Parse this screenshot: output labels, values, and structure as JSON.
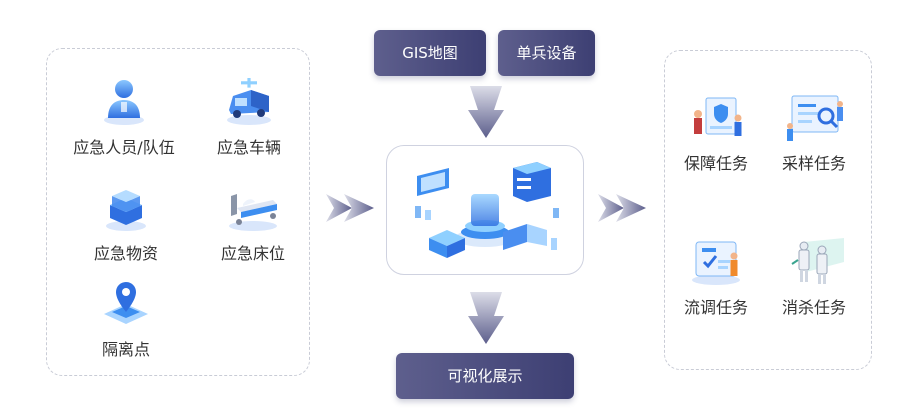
{
  "left_panel": {
    "items": [
      {
        "label": "应急人员/队伍",
        "icon": "person-icon"
      },
      {
        "label": "应急车辆",
        "icon": "vehicle-icon"
      },
      {
        "label": "应急物资",
        "icon": "supplies-icon"
      },
      {
        "label": "应急床位",
        "icon": "bed-icon"
      },
      {
        "label": "隔离点",
        "icon": "location-pin-icon"
      }
    ]
  },
  "top_buttons": {
    "gis": "GIS地图",
    "device": "单兵设备"
  },
  "center": {
    "icon": "data-platform-icon"
  },
  "bottom_button": "可视化展示",
  "right_panel": {
    "items": [
      {
        "label": "保障任务",
        "icon": "support-task-icon"
      },
      {
        "label": "采样任务",
        "icon": "sampling-task-icon"
      },
      {
        "label": "流调任务",
        "icon": "survey-task-icon"
      },
      {
        "label": "消杀任务",
        "icon": "disinfection-task-icon"
      }
    ]
  },
  "colors": {
    "button": "#3d3f73",
    "icon_blue": "#3d8ef0",
    "icon_light": "#a8d4ff",
    "arrow": "#6d6f9a"
  }
}
